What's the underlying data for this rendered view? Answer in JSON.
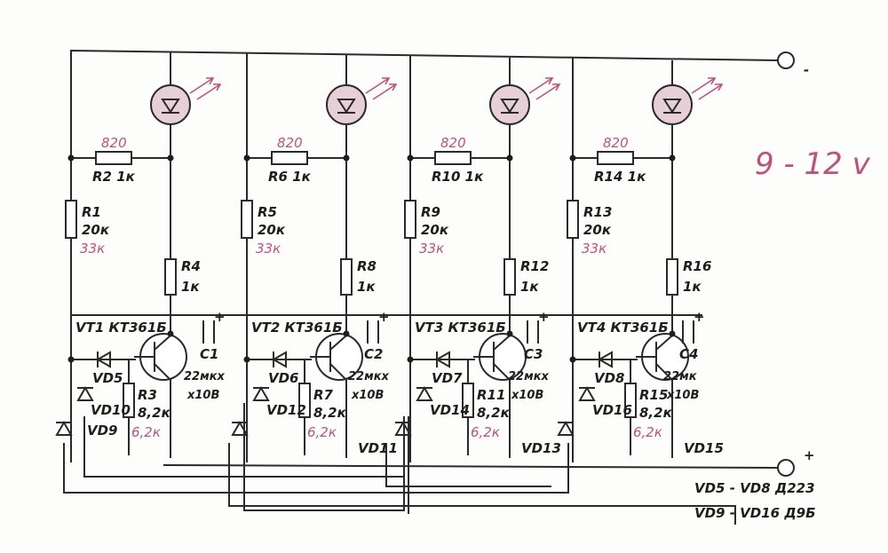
{
  "supply": {
    "minus_label": "-",
    "plus_label": "+",
    "voltage_note": "9 - 12 v"
  },
  "stages": [
    {
      "r_feed": "R1",
      "r_feed_val": "20к",
      "r_feed_alt": "33к",
      "r_par": "R2 1к",
      "r_par_alt": "820",
      "r_col": "R4",
      "r_col_val": "1к",
      "vt": "VT1 КТ361Б",
      "r_base": "R3",
      "r_base_val": "8,2к",
      "r_base_alt": "6,2к",
      "vd_a": "VD5",
      "vd_b": "VD10",
      "vd_c": "VD9"
    },
    {
      "r_feed": "R5",
      "r_feed_val": "20к",
      "r_feed_alt": "33к",
      "r_par": "R6 1к",
      "r_par_alt": "820",
      "r_col": "R8",
      "r_col_val": "1к",
      "vt": "VT2 КТ361Б",
      "r_base": "R7",
      "r_base_val": "8,2к",
      "r_base_alt": "6,2к",
      "vd_a": "VD6",
      "vd_b": "VD12",
      "vd_c": "VD11"
    },
    {
      "r_feed": "R9",
      "r_feed_val": "20к",
      "r_feed_alt": "33к",
      "r_par": "R10 1к",
      "r_par_alt": "820",
      "r_col": "R12",
      "r_col_val": "1к",
      "vt": "VT3 КТ361Б",
      "r_base": "R11",
      "r_base_val": "8,2к",
      "r_base_alt": "6,2к",
      "vd_a": "VD7",
      "vd_b": "VD14",
      "vd_c": "VD13"
    },
    {
      "r_feed": "R13",
      "r_feed_val": "20к",
      "r_feed_alt": "33к",
      "r_par": "R14 1к",
      "r_par_alt": "820",
      "r_col": "R16",
      "r_col_val": "1к",
      "vt": "VT4 КТ361Б",
      "r_base": "R15",
      "r_base_val": "8,2к",
      "r_base_alt": "6,2к",
      "vd_a": "VD8",
      "vd_b": "VD16",
      "vd_c": "VD15"
    }
  ],
  "caps": [
    {
      "name": "C1",
      "v1": "22мкх",
      "v2": "х10В"
    },
    {
      "name": "C2",
      "v1": "22мкх",
      "v2": "х10В"
    },
    {
      "name": "C3",
      "v1": "22мкх",
      "v2": "х10В"
    },
    {
      "name": "C4",
      "v1": "22мк",
      "v2": "х10В"
    }
  ],
  "notes": {
    "diodes_1": "VD5 - VD8  Д223",
    "diodes_2": "VD9 - VD16  Д9Б"
  }
}
